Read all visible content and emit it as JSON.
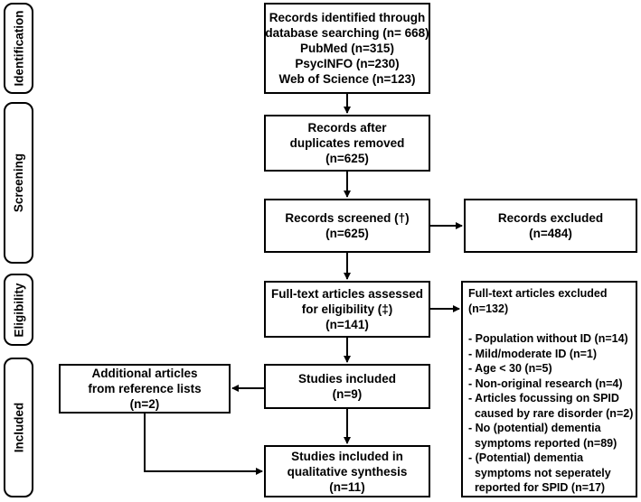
{
  "stages": {
    "identification": "Identification",
    "screening": "Screening",
    "eligibility": "Eligibility",
    "included": "Included"
  },
  "boxes": {
    "identified": [
      "Records identified through",
      "database searching (n= 668)",
      "PubMed (n=315)",
      "PsycINFO (n=230)",
      "Web of Science (n=123)"
    ],
    "deduplicated": [
      "Records after",
      "duplicates removed",
      "(n=625)"
    ],
    "screened": [
      "Records screened (†)",
      "(n=625)"
    ],
    "excluded": [
      "Records excluded",
      "(n=484)"
    ],
    "fulltext": [
      "Full-text articles assessed",
      "for eligibility (‡)",
      "(n=141)"
    ],
    "studies_included": [
      "Studies included",
      "(n=9)"
    ],
    "additional": [
      "Additional articles",
      "from reference lists",
      "(n=2)"
    ],
    "qualitative": [
      "Studies included in",
      "qualitative synthesis",
      "(n=11)"
    ]
  },
  "fulltext_excluded": {
    "header": [
      "Full-text articles excluded",
      "(n=132)"
    ],
    "reasons": [
      "- Population without ID (n=14)",
      "- Mild/moderate ID (n=1)",
      "- Age < 30 (n=5)",
      "- Non-original research (n=4)",
      "- Articles focussing on SPID",
      "  caused by rare disorder (n=2)",
      "- No (potential) dementia",
      "  symptoms reported (n=89)",
      "- (Potential) dementia",
      "  symptoms not seperately",
      "  reported for SPID (n=17)"
    ]
  }
}
